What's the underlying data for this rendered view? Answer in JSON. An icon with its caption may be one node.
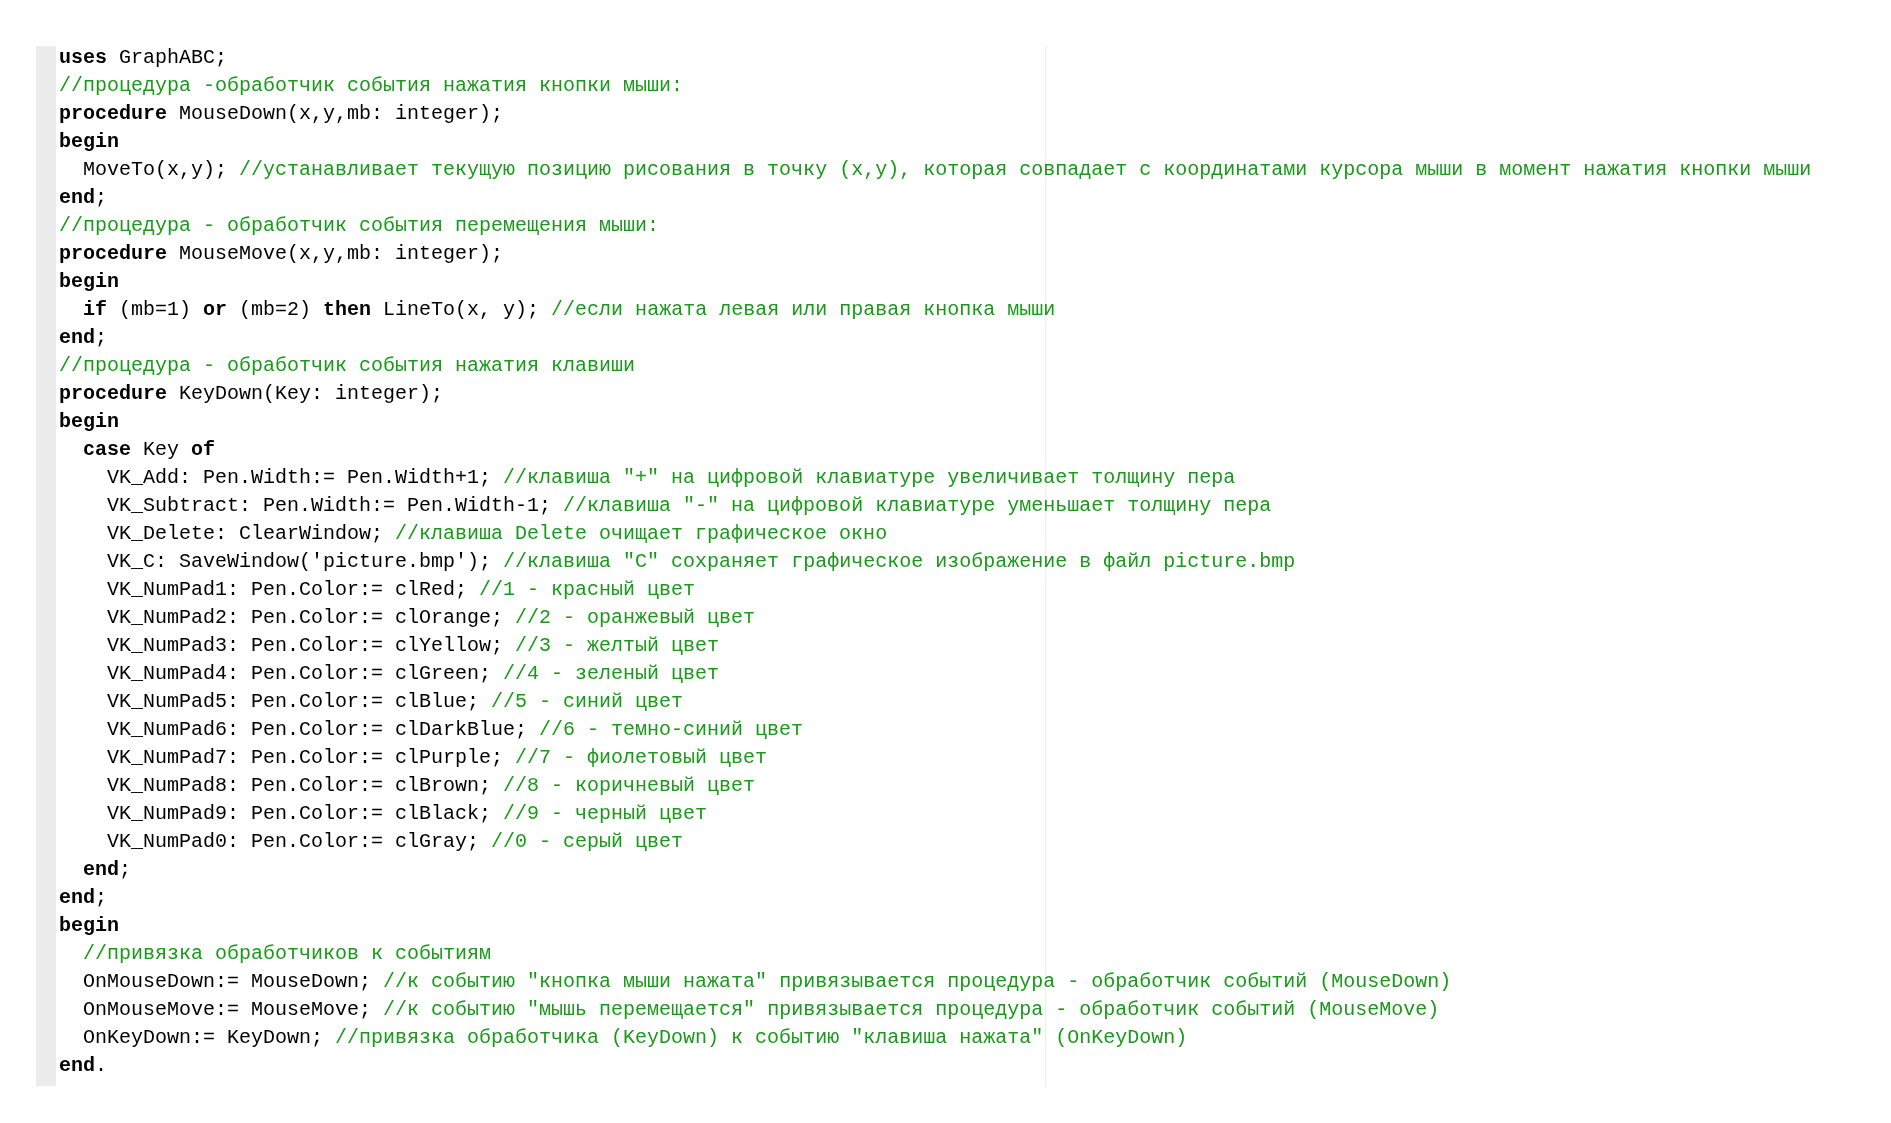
{
  "diagram": {
    "nodes": [
      {
        "text": [],
        "shape": "bar"
      }
    ],
    "labels": [
      "**uses** GraphABC;",
      "//процедура -обработчик события нажатия кнопки мыши:",
      "**procedure** MouseDown(x,y,mb: integer);",
      "**begin**",
      "MoveTo(x,y); //устанавливает текущую позицию рисования в точку (x,y), которая совпадает с координатами курсора мыши в момент нажатия кнопки мыши",
      "**end**;",
      "//процедура - обработчик события перемещения мыши:",
      "**procedure** MouseMove(x,y,mb: integer);",
      "**begin**",
      "**if** (mb=1) **or** (mb=2) **then** LineTo(x, y); //если нажата левая или правая кнопка мыши",
      "**end**;",
      "//процедура - обработчик события нажатия клавиши",
      "**procedure** KeyDown(Key: integer);",
      "**begin**",
      "**case** Key **of**",
      "VK_Add: Pen.Width:= Pen.Width+1; //клавиша \"+\" на цифровой клавиатуре увеличивает толщину пера",
      "VK_Subtract: Pen.Width:= Pen.Width-1; //клавиша \"-\" на цифровой клавиатуре уменьшает толщину пера",
      "VK_Delete: ClearWindow; //клавиша Delete очищает графическое окно",
      "VK_C: SaveWindow('picture.bmp'); //клавиша \"C\" сохраняет графическое изображение в файл picture.bmp",
      "VK_NumPad1: Pen.Color:= clRed; //1 - красный цвет",
      "VK_NumPad2: Pen.Color:= clOrange; //2 - оранжевый цвет",
      "VK_NumPad3: Pen.Color:= clYellow; //3 - желтый цвет",
      "VK_NumPad4: Pen.Color:= clGreen; //4 - зеленый цвет",
      "VK_NumPad5: Pen.Color:= clBlue; //5 - синий цвет",
      "VK_NumPad6: Pen.Color:= clDarkBlue; //6 - темно-синий цвет",
      "VK_NumPad7: Pen.Color:= clPurple; //7 - фиолетовый цвет",
      "VK_NumPad8: Pen.Color:= clBrown; //8 - коричневый цвет",
      "VK_NumPad9: Pen.Color:= clBlack; //9 - черный цвет",
      "VK_NumPad0: Pen.Color:= clGray; //0 - серый цвет",
      "**end**;",
      "**end**;",
      "**begin**",
      "//привязка обработчиков к событиям",
      "OnMouseDown:= MouseDown; //к событию \"кнопка мыши нажата\" привязывается процедура - обработчик событий (MouseDown)",
      "OnMouseMove:= MouseMove; //к событию \"мышь перемещается\" привязывается процедура - обработчик событий (MouseMove)",
      "OnKeyDown:= KeyDown; //привязка обработчика (KeyDown) к событию \"клавиша нажата\" (OnKeyDown)",
      "**end**."
    ]
  }
}
